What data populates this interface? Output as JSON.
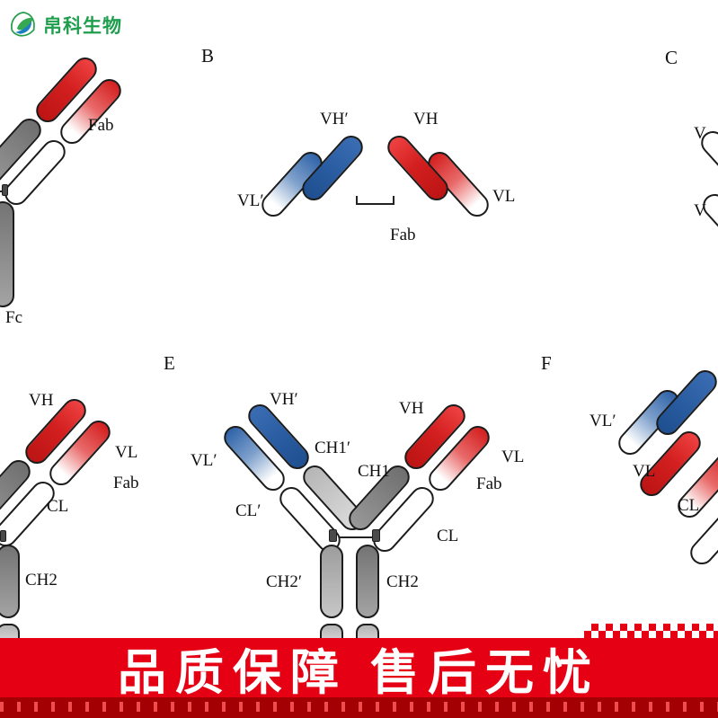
{
  "logo": {
    "name": "帛科生物"
  },
  "banner": {
    "headline": "品质保障 售后无忧"
  },
  "panels": {
    "a": {
      "fab": "Fab",
      "fc": "Fc"
    },
    "b": {
      "letter": "B",
      "vh_prime": "VH′",
      "vl_prime": "VL′",
      "vh": "VH",
      "vl": "VL",
      "fab": "Fab"
    },
    "c": {
      "letter": "C",
      "v1": "V",
      "v2": "V"
    },
    "d": {
      "vh": "VH",
      "vl": "VL",
      "fab": "Fab",
      "cl": "CL",
      "ch2": "CH2"
    },
    "e": {
      "letter": "E",
      "vh_prime": "VH′",
      "vl_prime": "VL′",
      "ch1_prime": "CH1′",
      "cl_prime": "CL′",
      "vh": "VH",
      "vl": "VL",
      "ch1": "CH1",
      "cl": "CL",
      "fab": "Fab",
      "ch2_prime": "CH2′",
      "ch2": "CH2"
    },
    "f": {
      "letter": "F",
      "vl_prime": "VL′",
      "vl": "VL",
      "cl": "CL"
    }
  },
  "colors": {
    "banner_red": "#e60013",
    "strip_red": "#a30003",
    "logo_green": "#1f9e4d",
    "antibody_red": "#cf1d1d",
    "antibody_blue": "#2b5ea7",
    "outline_dark": "#1c1c1c"
  }
}
